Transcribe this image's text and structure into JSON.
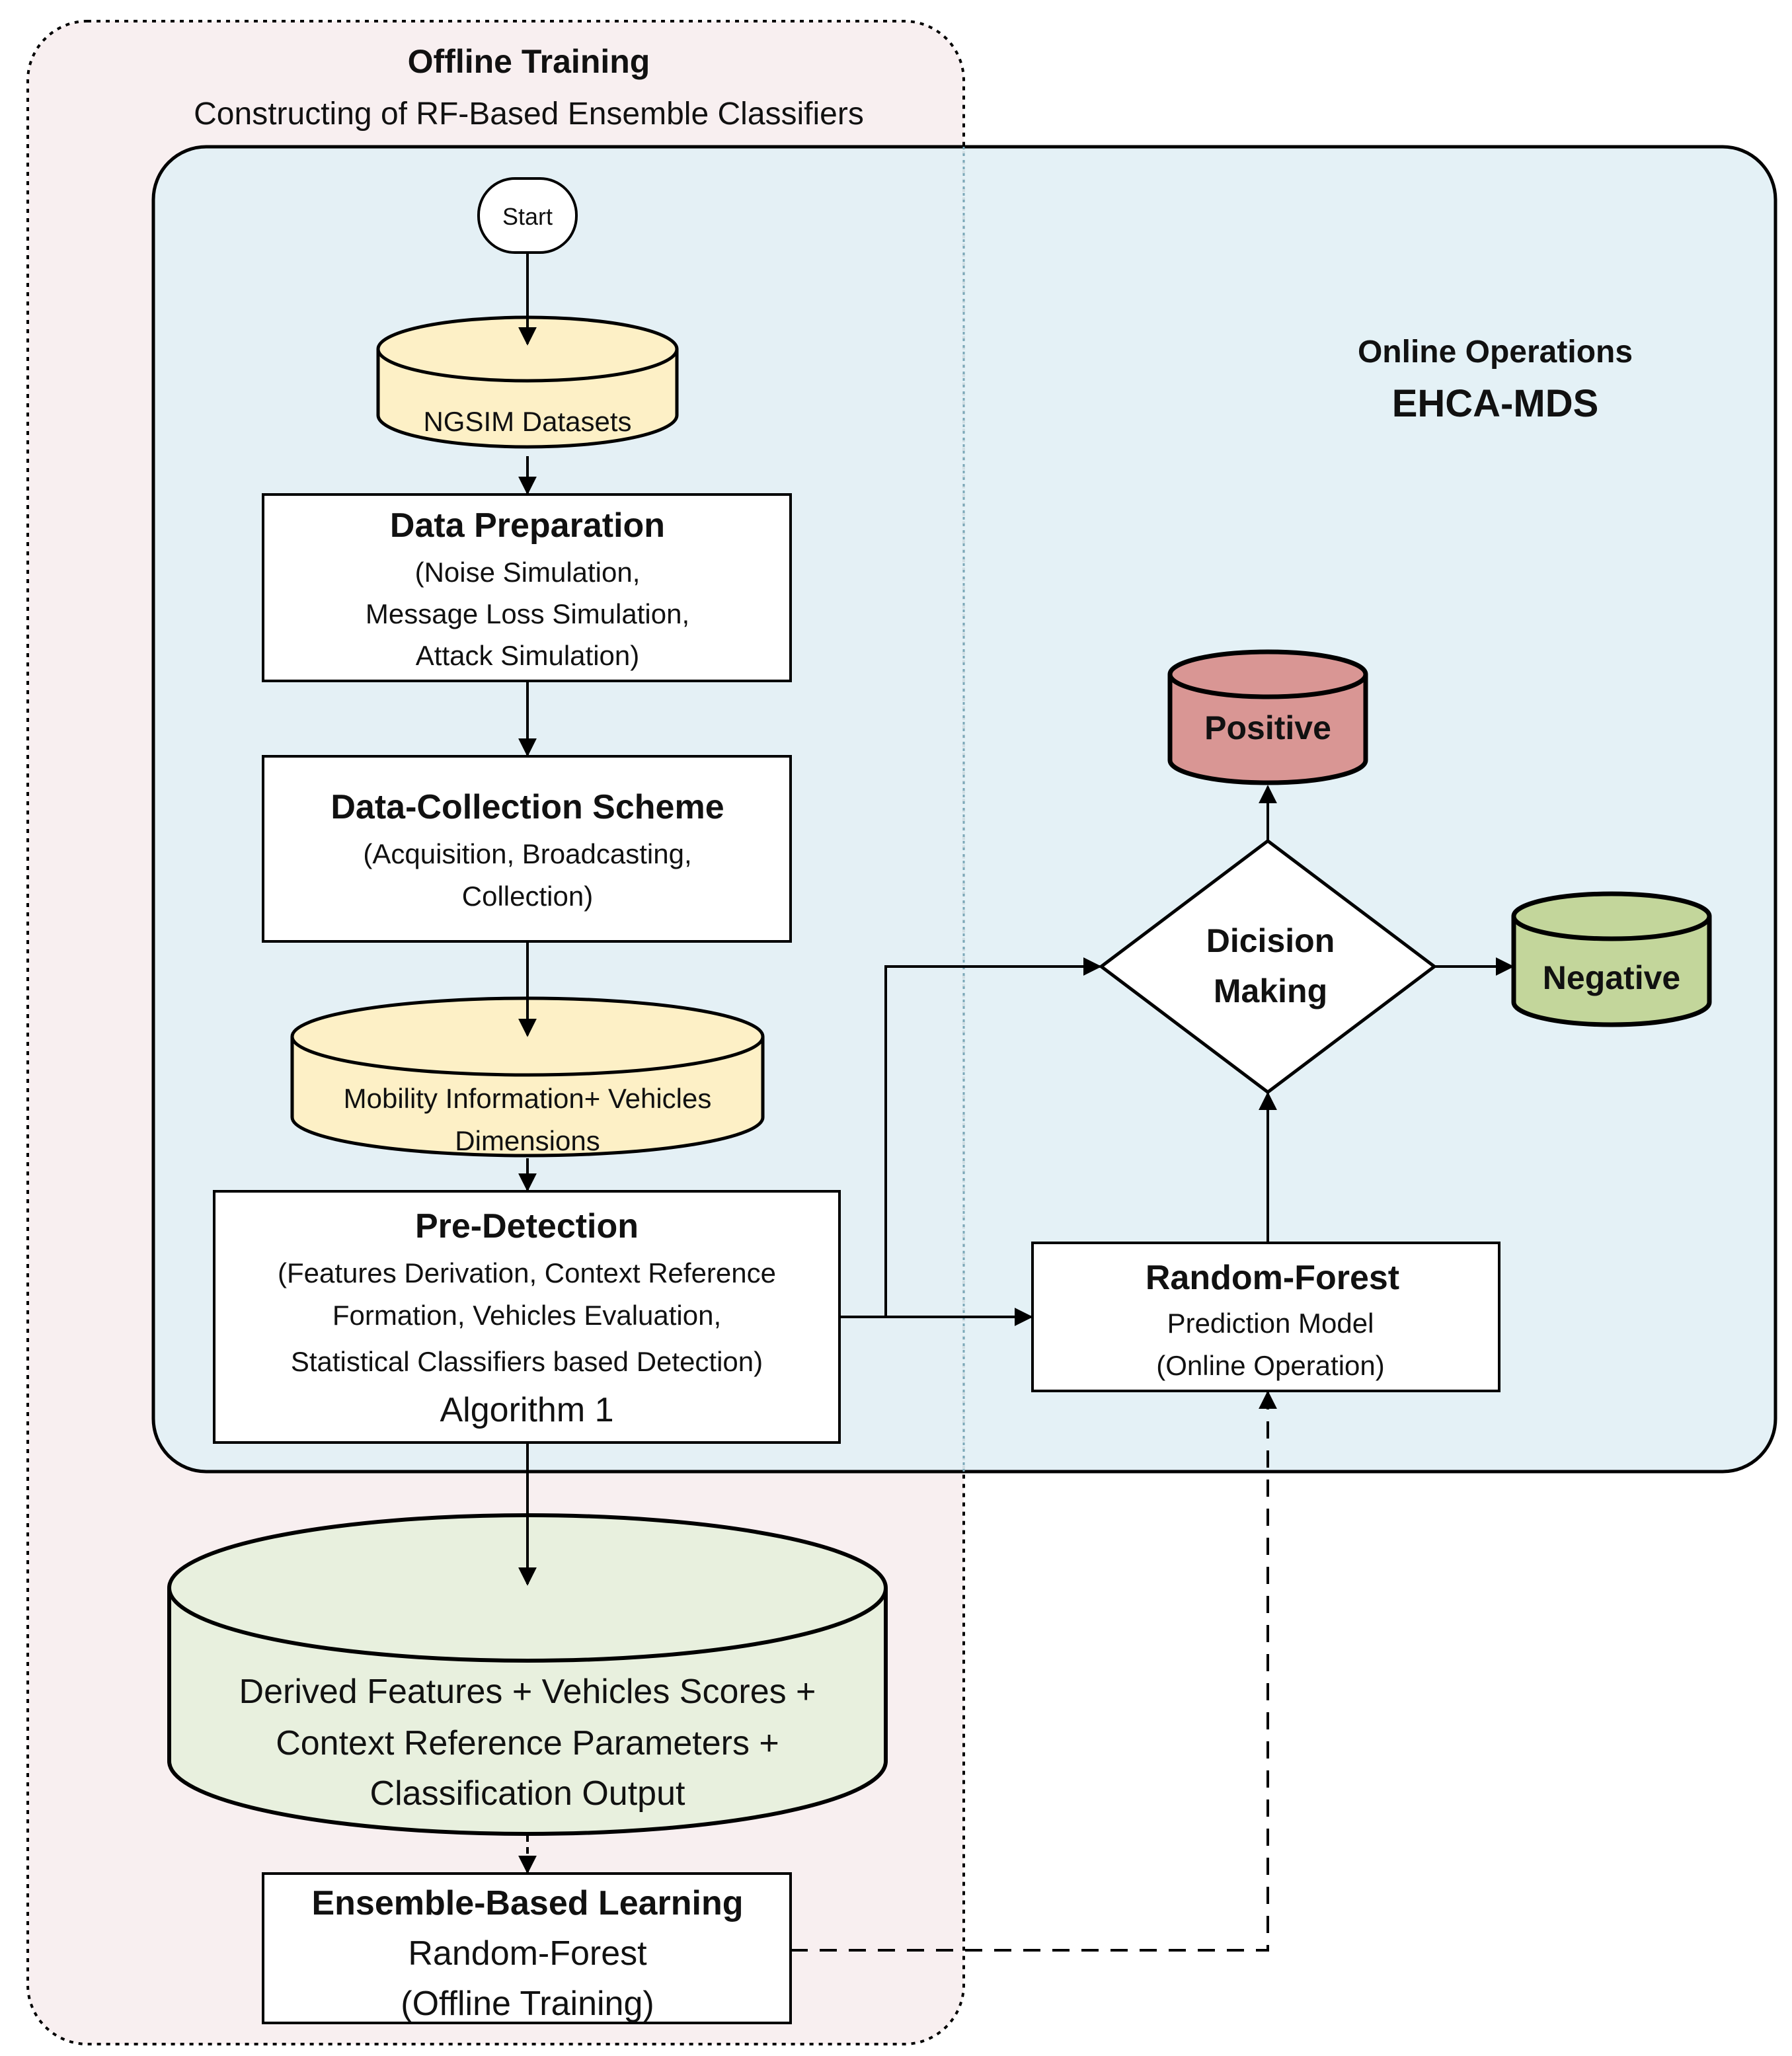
{
  "offline": {
    "title": "Offline Training",
    "subtitle": "Constructing of RF-Based Ensemble Classifiers"
  },
  "online": {
    "title": "Online Operations",
    "subtitle": "EHCA-MDS"
  },
  "nodes": {
    "start": "Start",
    "ngsim": "NGSIM Datasets",
    "data_prep": {
      "title": "Data Preparation",
      "lines": [
        "(Noise Simulation,",
        "Message Loss Simulation,",
        "Attack Simulation)"
      ]
    },
    "data_collection": {
      "title": "Data-Collection Scheme",
      "lines": [
        "(Acquisition, Broadcasting,",
        "Collection)"
      ]
    },
    "mobility": {
      "lines": [
        "Mobility Information+ Vehicles",
        "Dimensions"
      ]
    },
    "pre_detection": {
      "title": "Pre-Detection",
      "lines": [
        "(Features Derivation, Context Reference",
        "Formation,  Vehicles Evaluation,",
        "Statistical Classifiers based Detection)"
      ],
      "footer": "Algorithm 1"
    },
    "derived": {
      "lines": [
        "Derived Features + Vehicles Scores +",
        "Context Reference Parameters +",
        "Classification Output"
      ]
    },
    "ensemble": {
      "title": "Ensemble-Based Learning",
      "lines": [
        "Random-Forest",
        "(Offline Training)"
      ]
    },
    "random_forest": {
      "title": "Random-Forest",
      "lines": [
        "Prediction Model",
        "(Online Operation)"
      ]
    },
    "decision": {
      "lines": [
        "Dicision",
        "Making"
      ]
    },
    "positive": "Positive",
    "negative": "Negative"
  },
  "colors": {
    "offline_bg": "#f8eff0",
    "online_bg": "#e2f0f5",
    "dataset_fill": "#fdf0c6",
    "derived_fill": "#e8f0de",
    "positive_fill": "#d99694",
    "negative_fill": "#c3d69b"
  }
}
